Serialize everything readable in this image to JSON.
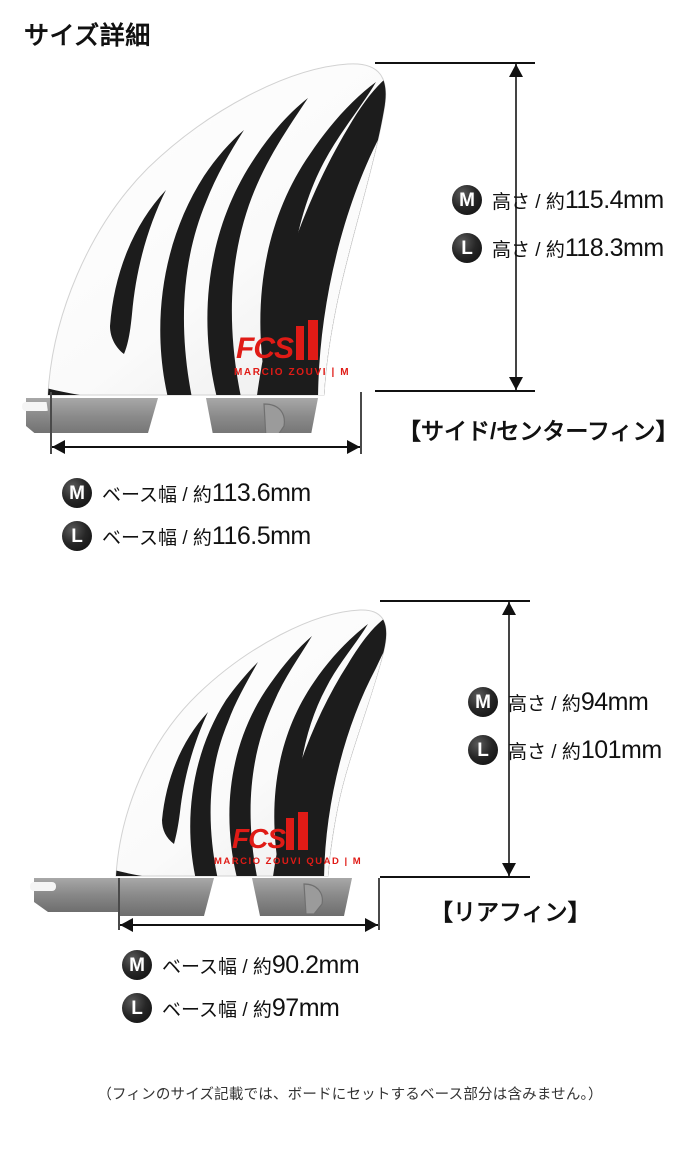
{
  "page_title": "サイズ詳細",
  "sections": [
    {
      "id": "side-center-fin",
      "caption": "【サイド/センターフィン】",
      "fin_logo": {
        "brand": "FCS",
        "mark": "II",
        "model": "MARCIO ZOUVI | M",
        "color": "#e01b16"
      },
      "height_measures": [
        {
          "size": "M",
          "label": "高さ / 約",
          "value": "115.4mm"
        },
        {
          "size": "L",
          "label": "高さ / 約",
          "value": "118.3mm"
        }
      ],
      "base_measures": [
        {
          "size": "M",
          "label": "ベース幅 / 約",
          "value": "113.6mm"
        },
        {
          "size": "L",
          "label": "ベース幅 / 約",
          "value": "116.5mm"
        }
      ]
    },
    {
      "id": "rear-fin",
      "caption": "【リアフィン】",
      "fin_logo": {
        "brand": "FCS",
        "mark": "II",
        "model": "MARCIO ZOUVI QUAD | M",
        "color": "#e01b16"
      },
      "height_measures": [
        {
          "size": "M",
          "label": "高さ / 約",
          "value": "94mm"
        },
        {
          "size": "L",
          "label": "高さ / 約",
          "value": "101mm"
        }
      ],
      "base_measures": [
        {
          "size": "M",
          "label": "ベース幅 / 約",
          "value": "90.2mm"
        },
        {
          "size": "L",
          "label": "ベース幅 / 約",
          "value": "97mm"
        }
      ]
    }
  ],
  "footnote": "（フィンのサイズ記載では、ボードにセットするベース部分は含みません。）",
  "colors": {
    "background": "#ffffff",
    "text": "#111111",
    "fin_body": "#fdfdfd",
    "fin_accent": "#1c1c1c",
    "fin_base": "#8d8d8d",
    "logo_red": "#e01b16",
    "dimension_line": "#111111"
  }
}
